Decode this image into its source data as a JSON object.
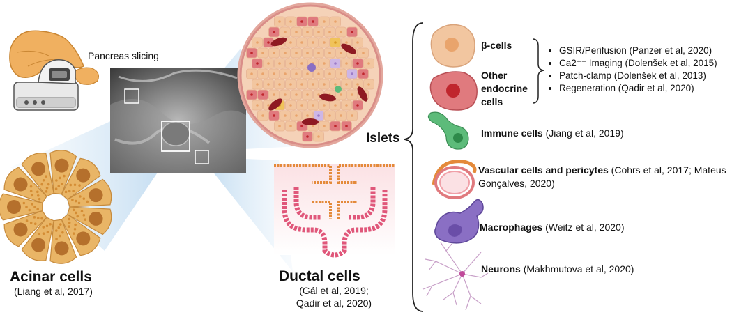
{
  "labels": {
    "pancreas_slicing": "Pancreas slicing",
    "islets": "Islets",
    "acinar_title": "Acinar cells",
    "acinar_ref": "(Liang et al, 2017)",
    "ductal_title": "Ductal cells",
    "ductal_ref_line1": "(Gál et al, 2019;",
    "ductal_ref_line2": "Qadir et al, 2020)"
  },
  "cell_types": {
    "beta": "β-cells",
    "other_line1": "Other",
    "other_line2": "endocrine",
    "other_line3": "cells",
    "immune": {
      "name": "Immune cells",
      "ref": "(Jiang et al, 2019)"
    },
    "vascular": {
      "name": "Vascular cells and pericytes",
      "ref_line1": "(Cohrs et al, 2017; Mateus",
      "ref_line2": "Gonçalves, 2020)"
    },
    "macrophages": {
      "name": "Macrophages",
      "ref": "(Weitz et al, 2020)"
    },
    "neurons": {
      "name": "Neurons",
      "ref": "(Makhmutova et al, 2020)"
    }
  },
  "endocrine_refs": [
    "GSIR/Perifusion (Panzer et al, 2020)",
    "Ca2⁺⁺ Imaging (Dolenšek et al, 2015)",
    "Patch-clamp (Dolenšek et al, 2013)",
    "Regeneration (Qadir et al, 2020)"
  ],
  "colors": {
    "acinar": "#e9b566",
    "acinar_nucleus": "#b5702c",
    "beta_cell": "#f2c6a0",
    "other_endocrine": "#e07a7e",
    "immune": "#5dbb7a",
    "macrophage": "#8a6fc4",
    "neuron": "#c04a9a",
    "duct_pink": "#e0577a",
    "duct_orange": "#e48a3a",
    "islet_red": "#8e1a22"
  }
}
